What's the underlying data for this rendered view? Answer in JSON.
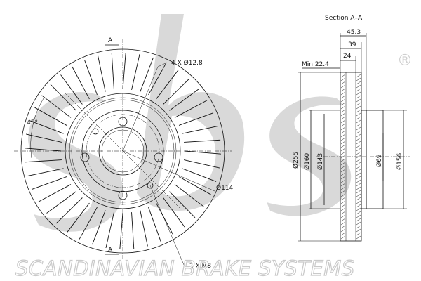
{
  "labels": {
    "section_title": "Section A–A",
    "hole_callout": "4 X Ø12.8",
    "thread_callout": "2 X M8",
    "angle": "45°",
    "pcd": "Ø114",
    "section_mark_top": "A",
    "section_mark_bottom": "A",
    "min_thickness": "Min 22.4",
    "dim_45": "45.3",
    "dim_39": "39",
    "dim_24": "24",
    "dia_255": "Ø255",
    "dia_160": "Ø160",
    "dia_143": "Ø143",
    "dia_69": "Ø69",
    "dia_156": "Ø156"
  },
  "brand": {
    "text": "SCANDINAVIAN BRAKE SYSTEMS",
    "logo_text": "sbs",
    "registered": "®"
  },
  "colors": {
    "ink": "#111111",
    "watermark": "#d9d9d9"
  }
}
